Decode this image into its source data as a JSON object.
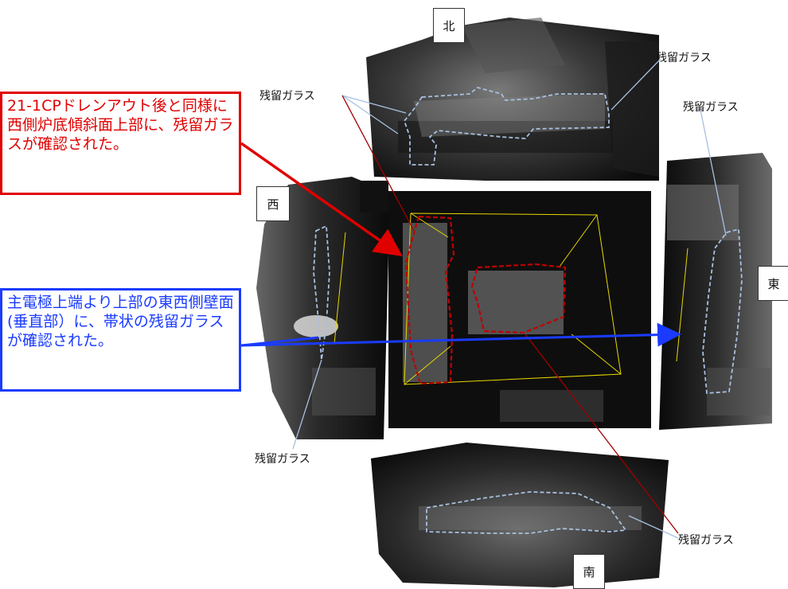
{
  "directions": {
    "north": "北",
    "west": "西",
    "east": "東",
    "south": "南"
  },
  "residual_glass_label": "残留ガラス",
  "callouts": {
    "red": "21-1CPドレンアウト後と同様に西側炉底傾斜面上部に、残留ガラスが確認された。",
    "blue": "主電極上端より上部の東西側壁面(垂直部）に、帯状の残留ガラスが確認された。"
  },
  "colors": {
    "red_callout": "#e00000",
    "blue_callout": "#1a3bff",
    "glass_outline": "#a8c0e0",
    "bottom_outline": "#c00000",
    "edge_lines": "#e8d800"
  }
}
